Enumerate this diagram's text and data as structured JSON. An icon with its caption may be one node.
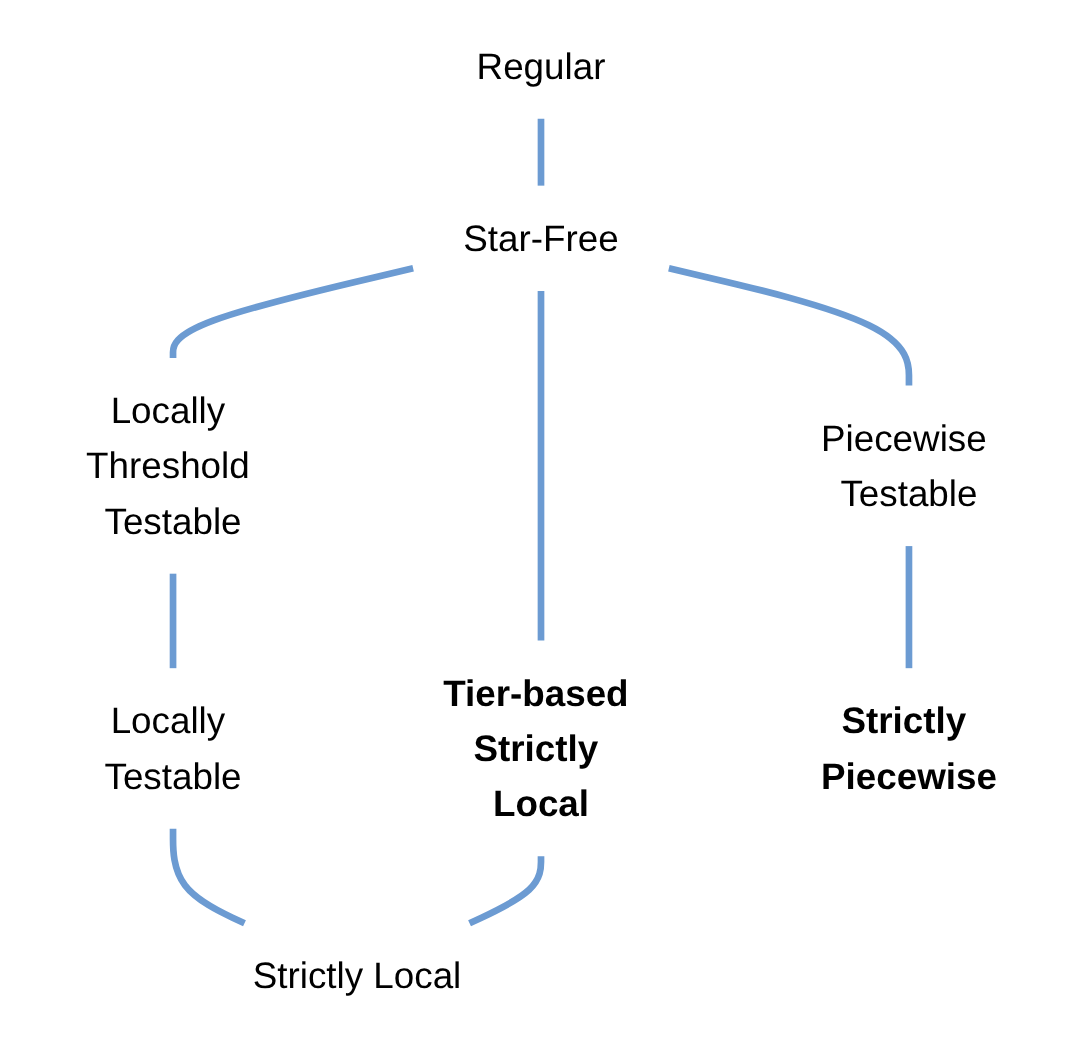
{
  "diagram": {
    "nodes": [
      {
        "text": [
          "Regular"
        ]
      },
      {
        "text": [
          "Star-Free"
        ]
      },
      {
        "text": [
          "Locally Threshold Testable"
        ]
      },
      {
        "text": [
          "Locally Testable"
        ]
      },
      {
        "text": [
          "Tier-based Strictly Local"
        ]
      },
      {
        "text": [
          "Piecewise Testable"
        ]
      },
      {
        "text": [
          "Strictly Local"
        ]
      },
      {
        "text": [
          "Strictly Piecewise"
        ]
      }
    ],
    "edges": [
      {
        "from": 0,
        "to": 1,
        "arrow": "none"
      },
      {
        "from": 1,
        "to": 2,
        "arrow": "none"
      },
      {
        "from": 1,
        "to": 4,
        "arrow": "none"
      },
      {
        "from": 1,
        "to": 5,
        "arrow": "none"
      },
      {
        "from": 2,
        "to": 3,
        "arrow": "none"
      },
      {
        "from": 3,
        "to": 6,
        "arrow": "none"
      },
      {
        "from": 4,
        "to": 6,
        "arrow": "none"
      },
      {
        "from": 5,
        "to": 7,
        "arrow": "none"
      }
    ]
  }
}
